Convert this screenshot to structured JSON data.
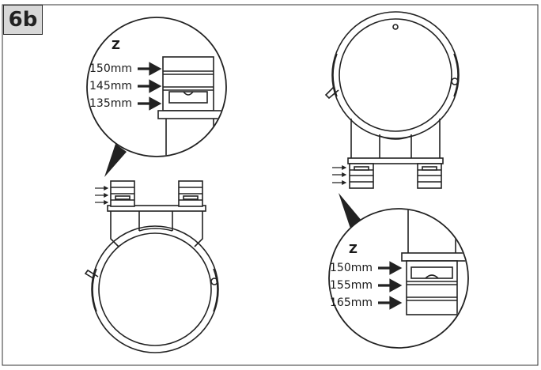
{
  "step": "6b",
  "left_zoom": {
    "label": "Z",
    "positions": [
      "150mm",
      "145mm",
      "135mm"
    ]
  },
  "right_zoom": {
    "label": "Z",
    "positions": [
      "150mm",
      "155mm",
      "165mm"
    ]
  },
  "colors": {
    "line": "#222222",
    "badge_fill": "#d8d8d8",
    "arrow": "#222222"
  }
}
